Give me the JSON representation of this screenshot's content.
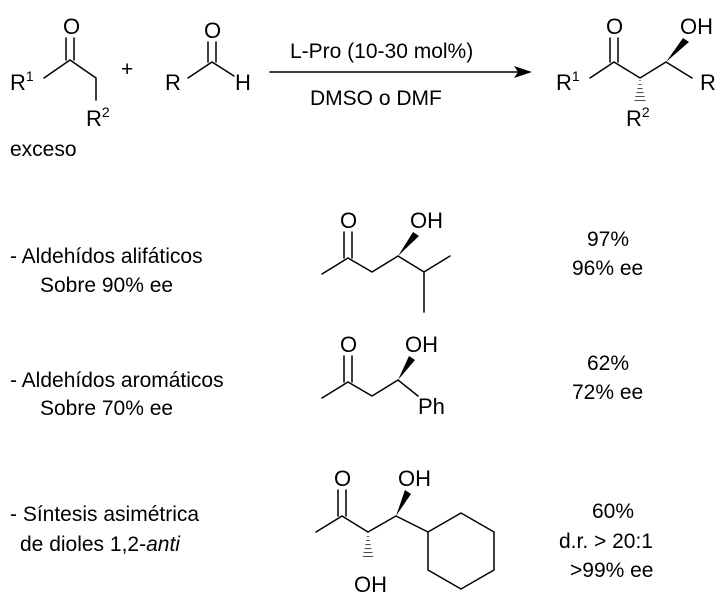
{
  "reaction": {
    "ketone_R1": "R",
    "ketone_R1_sup": "1",
    "ketone_O": "O",
    "ketone_R2": "R",
    "ketone_R2_sup": "2",
    "ketone_note": "exceso",
    "plus": "+",
    "aldehyde_O": "O",
    "aldehyde_R": "R",
    "aldehyde_H": "H",
    "conditions_top": "L-Pro (10-30 mol%)",
    "conditions_bottom": "DMSO o DMF",
    "product_O": "O",
    "product_OH": "OH",
    "product_R1": "R",
    "product_R1_sup": "1",
    "product_R2": "R",
    "product_R2_sup": "2",
    "product_R": "R"
  },
  "examples": [
    {
      "title": "- Aldehídos alifáticos",
      "subtitle": "Sobre 90% ee",
      "O": "O",
      "OH": "OH",
      "result": [
        "97%",
        "96% ee"
      ]
    },
    {
      "title": "- Aldehídos aromáticos",
      "subtitle": "Sobre 70% ee",
      "O": "O",
      "OH": "OH",
      "Ph": "Ph",
      "result": [
        "62%",
        "72% ee"
      ]
    },
    {
      "title_prefix": "- Síntesis asimétrica",
      "subtitle_prefix": "de dioles 1,2-",
      "subtitle_italic": "anti",
      "O": "O",
      "OH_top": "OH",
      "OH_bottom": "OH",
      "result": [
        "60%",
        "d.r. > 20:1",
        ">99% ee"
      ]
    }
  ]
}
